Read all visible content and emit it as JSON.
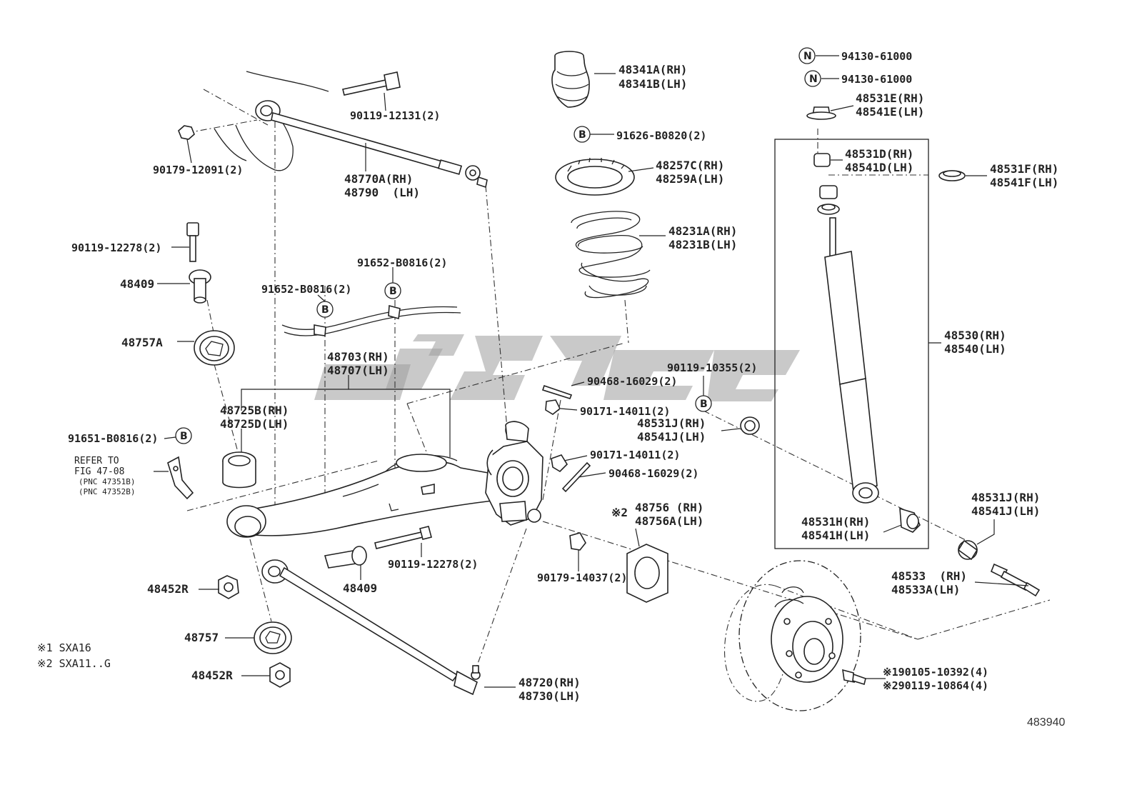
{
  "diagram_id": "483940",
  "notes": [
    {
      "id": "note1",
      "text": "※1 SXA16"
    },
    {
      "id": "note2",
      "text": "※2 SXA11..G"
    }
  ],
  "refer_note": {
    "line1": "REFER TO",
    "line2": "FIG 47-08",
    "line3": "(PNC 47351B)",
    "line4": "(PNC 47352B)"
  },
  "circle_markers": {
    "n": "N",
    "b": "B"
  },
  "parts": {
    "p94130_a": {
      "line1": "94130-61000"
    },
    "p94130_b": {
      "line1": "94130-61000"
    },
    "p48341": {
      "line1": "48341A(RH)",
      "line2": "48341B(LH)"
    },
    "p48531E": {
      "line1": "48531E(RH)",
      "line2": "48541E(LH)"
    },
    "p90119_12131": {
      "line1": "90119-12131(2)"
    },
    "p91626": {
      "line1": "91626-B0820(2)"
    },
    "p48531D": {
      "line1": "48531D(RH)",
      "line2": "48541D(LH)"
    },
    "p48531F": {
      "line1": "48531F(RH)",
      "line2": "48541F(LH)"
    },
    "p90179_12091": {
      "line1": "90179-12091(2)"
    },
    "p48770": {
      "line1": "48770A(RH)",
      "line2": "48790  (LH)"
    },
    "p48257": {
      "line1": "48257C(RH)",
      "line2": "48259A(LH)"
    },
    "p48231": {
      "line1": "48231A(RH)",
      "line2": "48231B(LH)"
    },
    "p90119_12278_top": {
      "line1": "90119-12278(2)"
    },
    "p48409_top": {
      "line1": "48409"
    },
    "p91652_a": {
      "line1": "91652-B0816(2)"
    },
    "p91652_b": {
      "line1": "91652-B0816(2)"
    },
    "p48757A": {
      "line1": "48757A"
    },
    "p48530": {
      "line1": "48530(RH)",
      "line2": "48540(LH)"
    },
    "p48703": {
      "line1": "48703(RH)",
      "line2": "48707(LH)"
    },
    "p90119_10355": {
      "line1": "90119-10355(2)"
    },
    "p90468_a": {
      "line1": "90468-16029(2)"
    },
    "p48725": {
      "line1": "48725B(RH)",
      "line2": "48725D(LH)"
    },
    "p90171_a": {
      "line1": "90171-14011(2)"
    },
    "p48531J_mid": {
      "line1": "48531J(RH)",
      "line2": "48541J(LH)"
    },
    "p91651": {
      "line1": "91651-B0816(2)"
    },
    "p90171_b": {
      "line1": "90171-14011(2)"
    },
    "p90468_b": {
      "line1": "90468-16029(2)"
    },
    "p48531J_right": {
      "line1": "48531J(RH)",
      "line2": "48541J(LH)"
    },
    "p48756": {
      "prefix": "※2",
      "line1": "48756 (RH)",
      "line2": "48756A(LH)"
    },
    "p48531H": {
      "line1": "48531H(RH)",
      "line2": "48541H(LH)"
    },
    "p90119_12278_bot": {
      "line1": "90119-12278(2)"
    },
    "p48533": {
      "line1": "48533  (RH)",
      "line2": "48533A(LH)"
    },
    "p90179_14037": {
      "line1": "90179-14037(2)"
    },
    "p48452R_a": {
      "line1": "48452R"
    },
    "p48409_bot": {
      "line1": "48409"
    },
    "p48757": {
      "line1": "48757"
    },
    "p48452R_b": {
      "line1": "48452R"
    },
    "p48720": {
      "line1": "48720(RH)",
      "line2": "48730(LH)"
    },
    "p90105": {
      "line1": "※190105-10392(4)"
    },
    "p90119_10864": {
      "line1": "※290119-10864(4)"
    }
  }
}
